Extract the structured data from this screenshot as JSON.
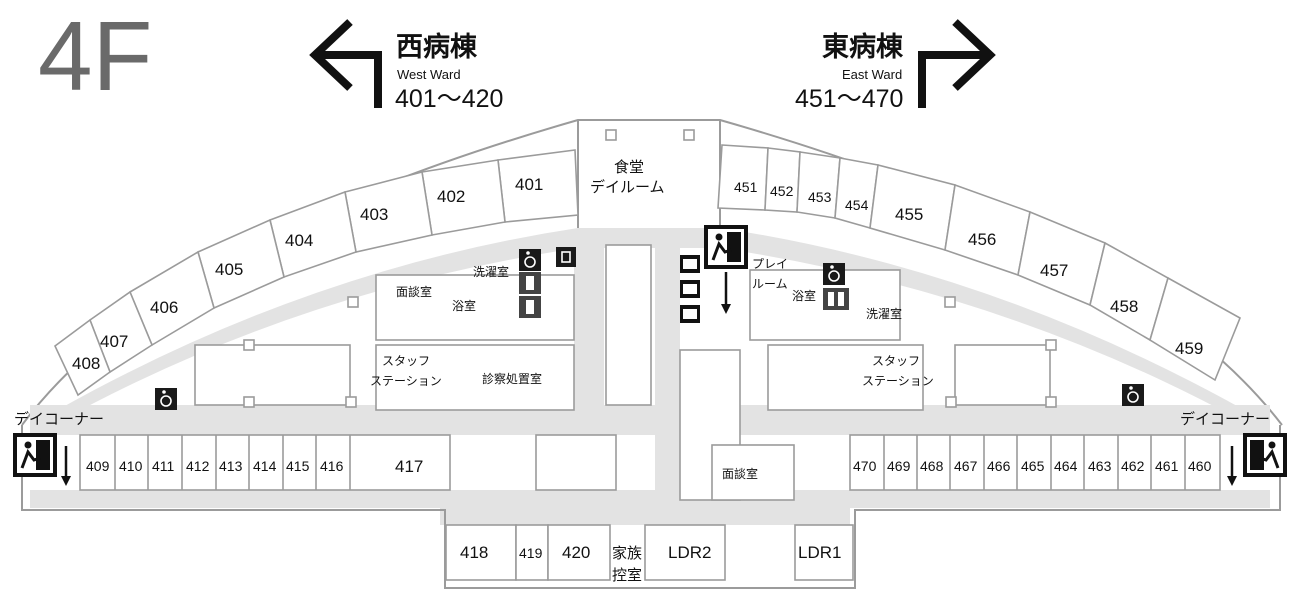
{
  "floor": "4F",
  "west_ward": {
    "name": "西病棟",
    "english": "West Ward",
    "rooms": "401〜420"
  },
  "east_ward": {
    "name": "東病棟",
    "english": "East Ward",
    "rooms": "451〜470"
  },
  "facilities": {
    "dining": [
      "食堂",
      "デイルーム"
    ],
    "play_room": [
      "プレイ",
      "ルーム"
    ],
    "interview_room": "面談室",
    "bath": "浴室",
    "laundry": "洗濯室",
    "staff_station": [
      "スタッフ",
      "ステーション"
    ],
    "treatment_room": "診察処置室",
    "day_corner": "デイコーナー",
    "family_waiting": [
      "家族",
      "控室"
    ]
  },
  "west_arc_rooms": [
    "401",
    "402",
    "403",
    "404",
    "405",
    "406",
    "407",
    "408"
  ],
  "east_arc_rooms": [
    "451",
    "452",
    "453",
    "454",
    "455",
    "456",
    "457",
    "458",
    "459"
  ],
  "west_row_rooms": [
    "409",
    "410",
    "411",
    "412",
    "413",
    "414",
    "415",
    "416",
    "417"
  ],
  "east_row_rooms": [
    "470",
    "469",
    "468",
    "467",
    "466",
    "465",
    "464",
    "463",
    "462",
    "461",
    "460"
  ],
  "bottom_rooms": [
    "418",
    "419",
    "420",
    "LDR2",
    "LDR1"
  ],
  "icons": [
    "emergency-exit-icon",
    "wheelchair-icon",
    "telephone-icon",
    "restroom-icon",
    "elevator-icon",
    "down-arrow-icon"
  ]
}
